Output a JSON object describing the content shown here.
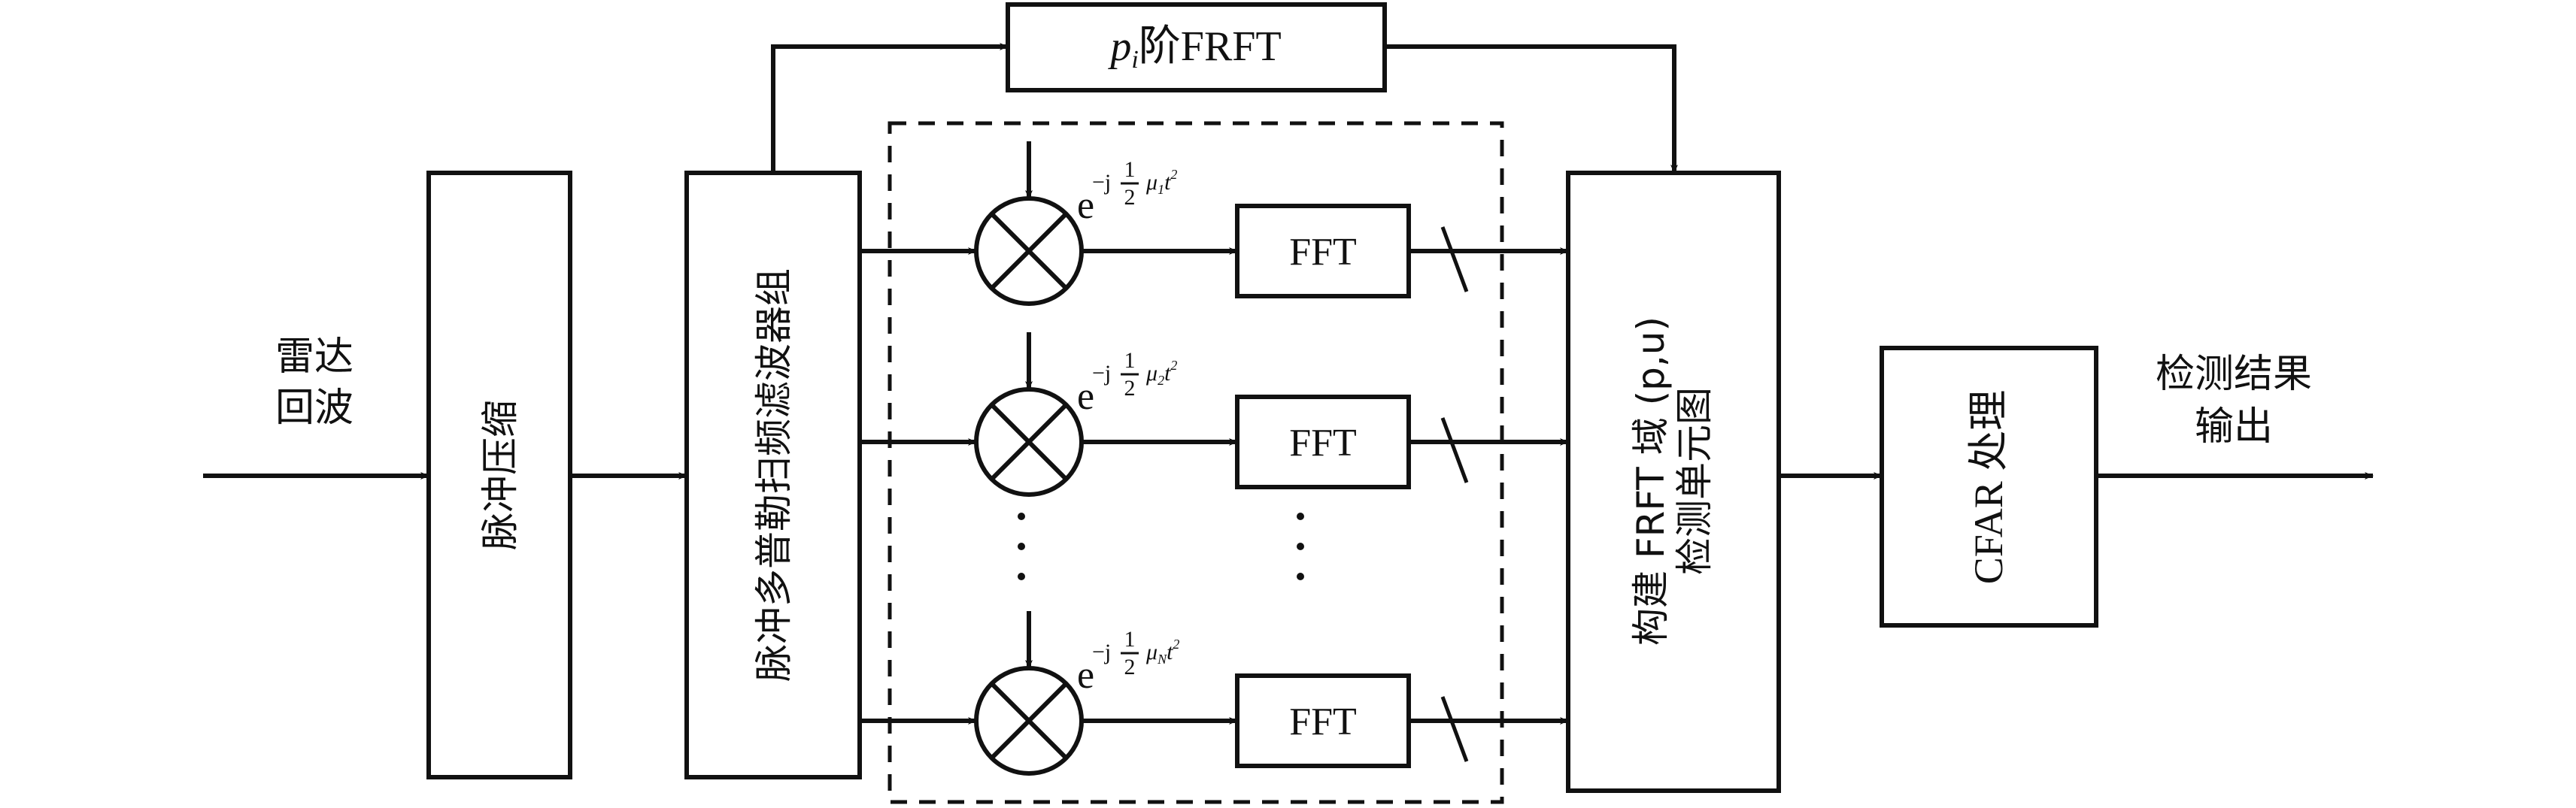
{
  "diagram": {
    "input_label": [
      "雷达",
      "回波"
    ],
    "pulse_compression": "脉冲压缩",
    "filter_bank": "脉冲多普勒扫频滤波器组",
    "frft_box": {
      "prefix": "p",
      "subscript": "i",
      "suffix": "阶FRFT"
    },
    "multiplier_exponents": [
      {
        "base": "e",
        "exp": "−j",
        "frac_num": "1",
        "frac_den": "2",
        "mu": "μ",
        "mu_sub": "1",
        "t": "t",
        "t_sup": "2"
      },
      {
        "base": "e",
        "exp": "−j",
        "frac_num": "1",
        "frac_den": "2",
        "mu": "μ",
        "mu_sub": "2",
        "t": "t",
        "t_sup": "2"
      },
      {
        "base": "e",
        "exp": "−j",
        "frac_num": "1",
        "frac_den": "2",
        "mu": "μ",
        "mu_sub": "N",
        "t": "t",
        "t_sup": "2"
      }
    ],
    "fft_labels": [
      "FFT",
      "FFT",
      "FFT"
    ],
    "build_box": [
      "构建 FRFT 域 (p,u)",
      "检测单元图"
    ],
    "cfar": "CFAR 处理",
    "output_label": [
      "检测结果",
      "输出"
    ],
    "ellipsis": "⋮"
  }
}
